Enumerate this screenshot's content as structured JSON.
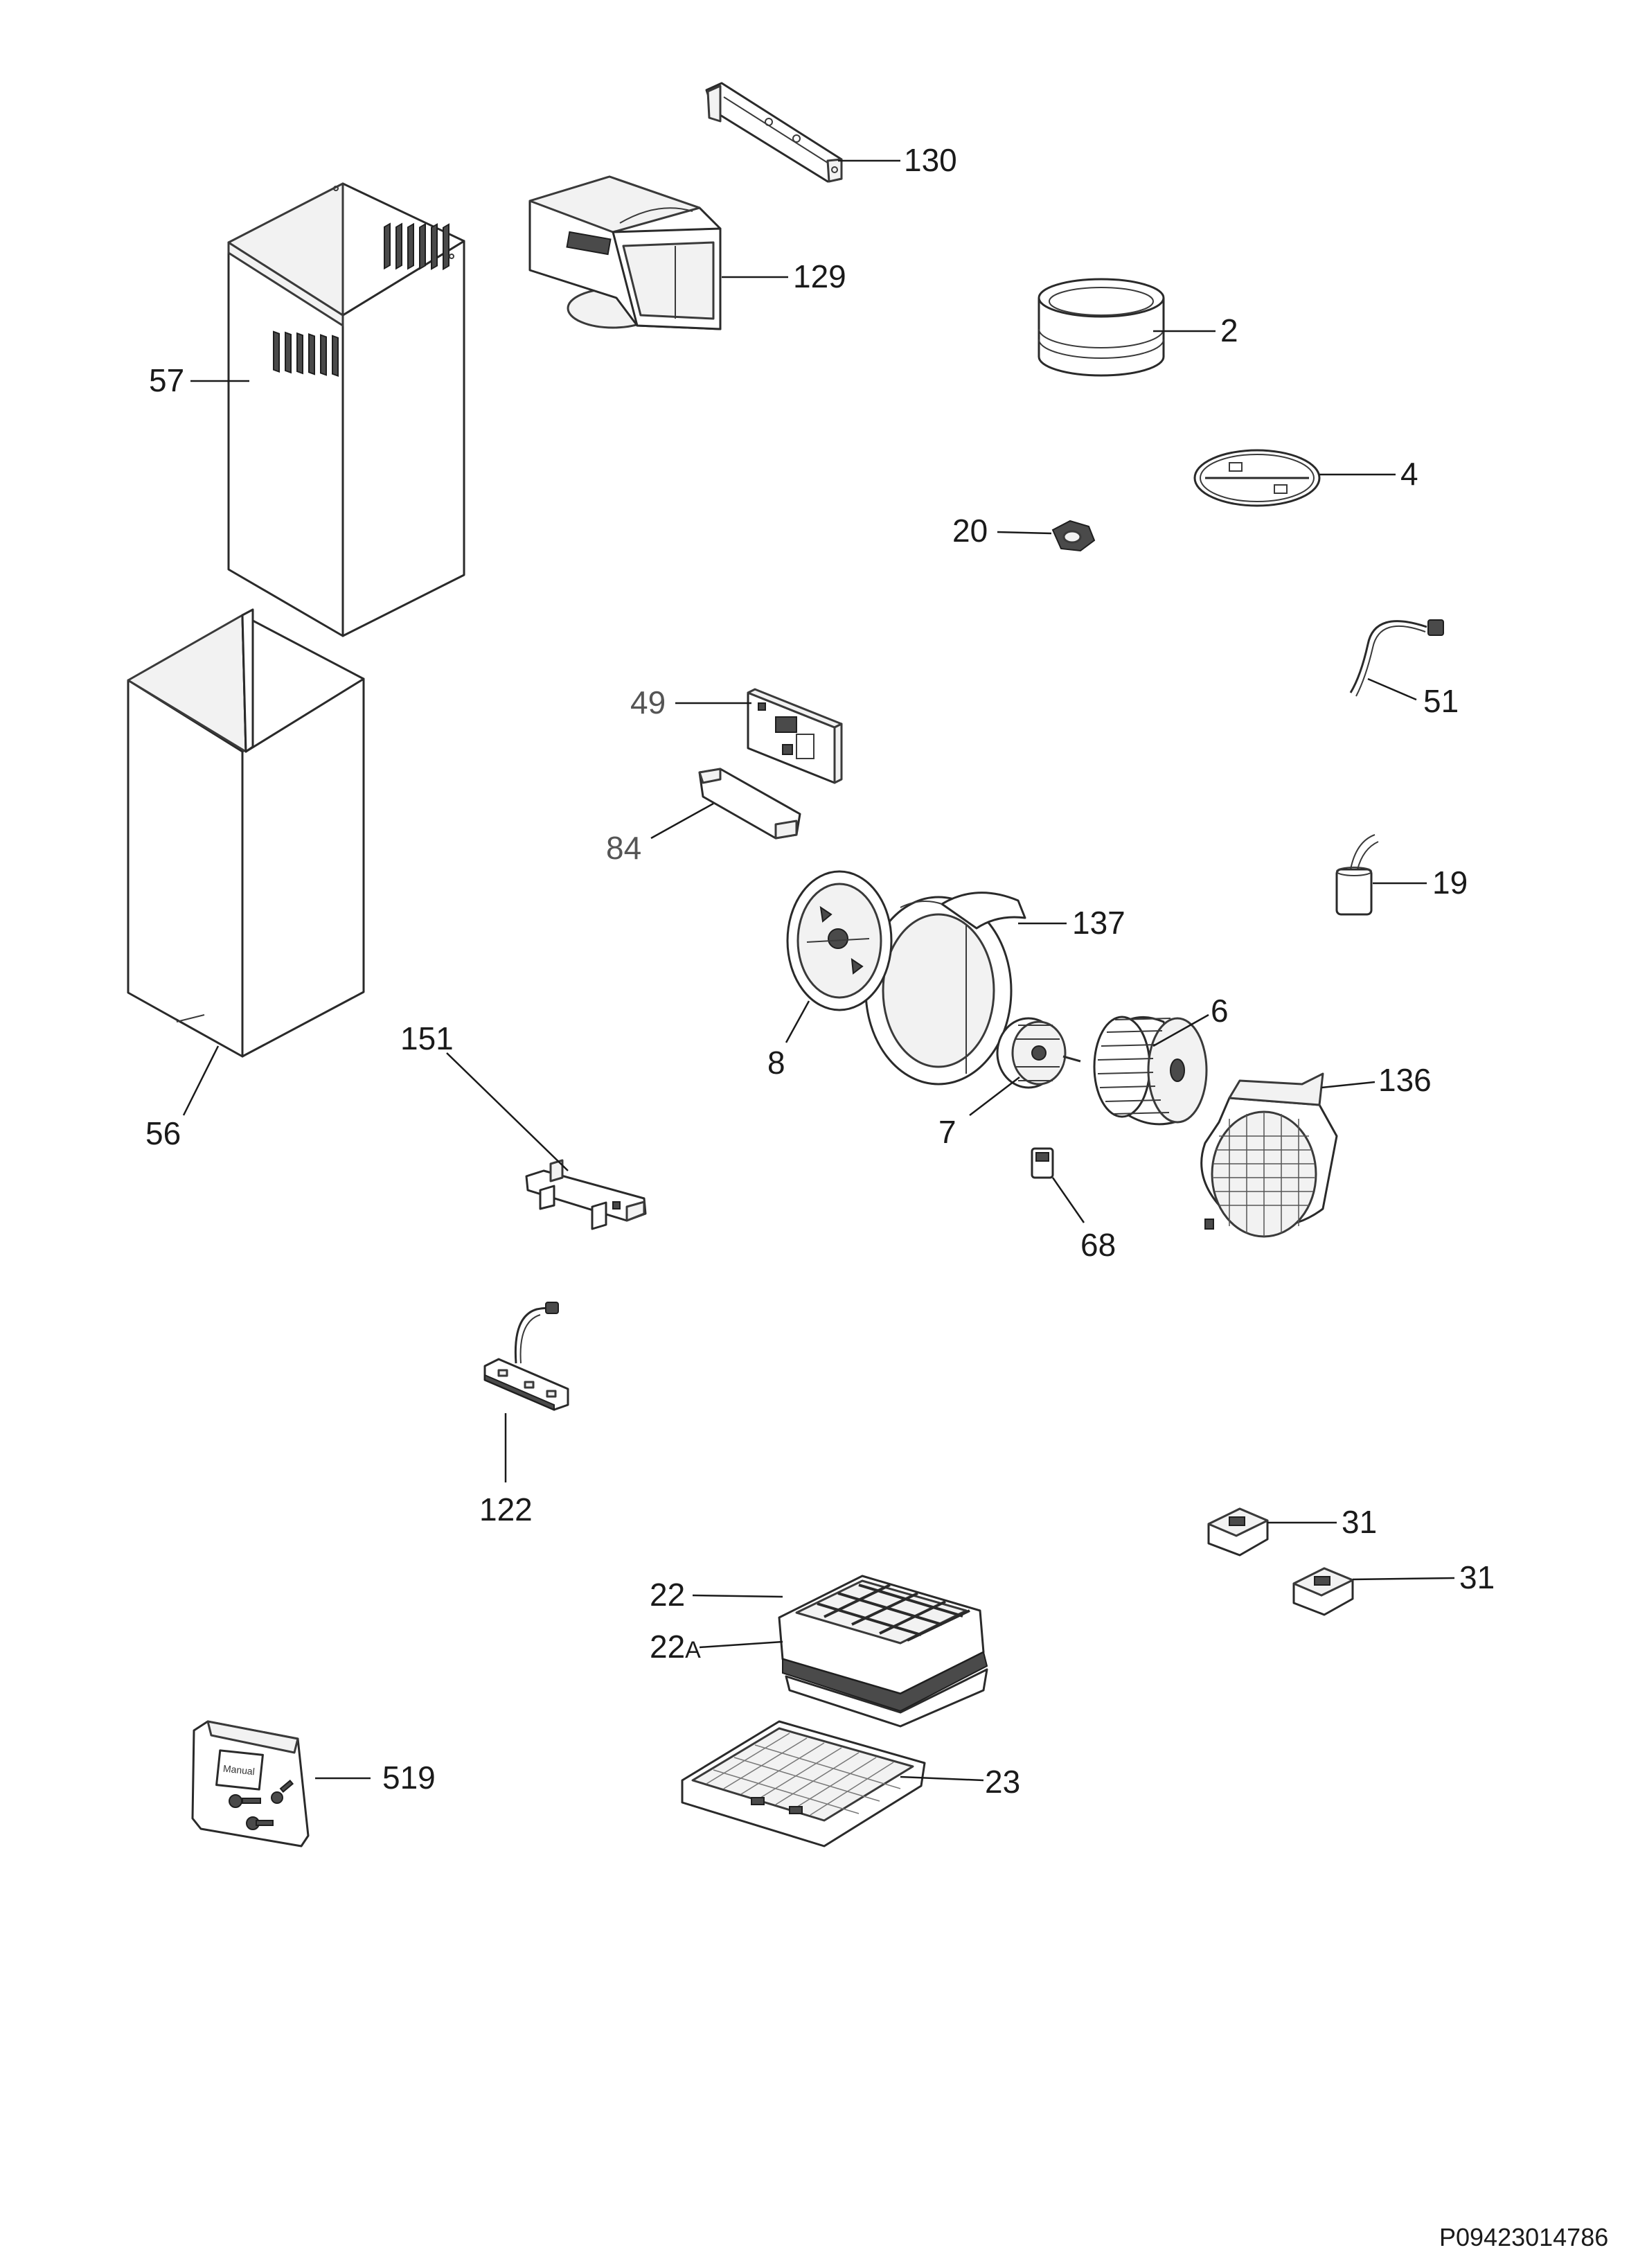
{
  "document": {
    "code": "P09423014786"
  },
  "callouts": {
    "c130": "130",
    "c129": "129",
    "c57": "57",
    "c2": "2",
    "c4": "4",
    "c20": "20",
    "c51": "51",
    "c49": "49",
    "c84": "84",
    "c19": "19",
    "c137": "137",
    "c8": "8",
    "c6": "6",
    "c136": "136",
    "c7": "7",
    "c68": "68",
    "c151": "151",
    "c56": "56",
    "c122": "122",
    "c31a": "31",
    "c31b": "31",
    "c22": "22",
    "c22a_num": "22",
    "c22a_suffix": "A",
    "c519": "519",
    "c23": "23"
  },
  "labels": {
    "manual_bag": "Manual"
  },
  "icons": {
    "chimney_upper": "upper-chimney-cover-icon",
    "chimney_lower": "lower-chimney-cover-icon",
    "bracket": "mounting-bracket-icon",
    "deflector": "air-deflector-icon",
    "flange": "outlet-flange-icon",
    "valve": "non-return-valve-icon",
    "lamp": "lamp-holder-icon",
    "cable": "power-cable-icon",
    "pcb": "control-board-icon",
    "pcb_cover": "board-cover-icon",
    "capacitor": "capacitor-icon",
    "housing_front": "fan-housing-front-icon",
    "plate": "motor-plate-icon",
    "impeller": "fan-impeller-icon",
    "housing_rear": "fan-housing-rear-icon",
    "motor": "motor-icon",
    "connector": "connector-icon",
    "hinge": "filter-hinge-icon",
    "switch": "control-switch-icon",
    "clip": "fixing-clip-icon",
    "carbon_filter": "carbon-filter-icon",
    "grease_filter": "grease-filter-icon",
    "bag": "accessory-bag-icon"
  }
}
